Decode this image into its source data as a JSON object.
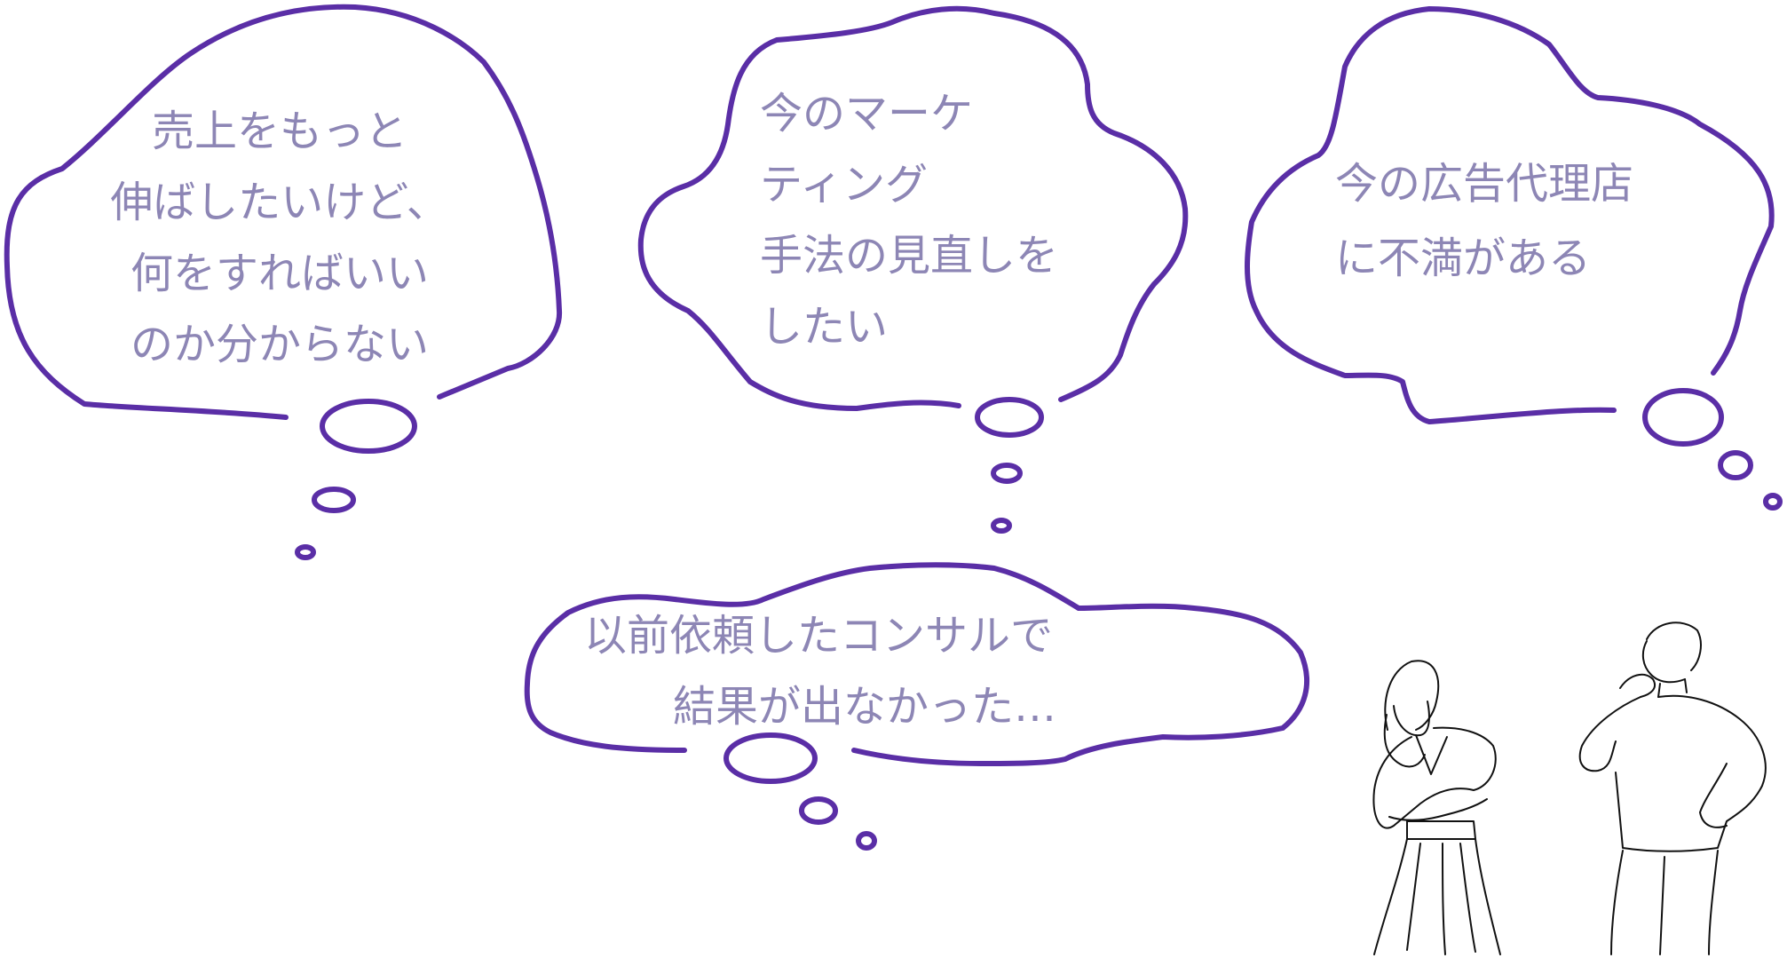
{
  "colors": {
    "bubble_outline": "#5a2ea6",
    "text": "#8d86b5",
    "figure_line": "#111111"
  },
  "bubbles": [
    {
      "lines": [
        "売上をもっと",
        "伸ばしたいけど、",
        "何をすればいい",
        "のか分からない"
      ]
    },
    {
      "lines": [
        "今のマーケ",
        "ティング",
        "手法の見直しを",
        "したい"
      ]
    },
    {
      "lines": [
        "今の広告代理店",
        "に不満がある"
      ]
    },
    {
      "lines": [
        "以前依頼したコンサルで",
        "結果が出なかった…"
      ]
    }
  ],
  "figures": [
    {
      "name": "woman-thinking"
    },
    {
      "name": "man-thinking"
    }
  ]
}
